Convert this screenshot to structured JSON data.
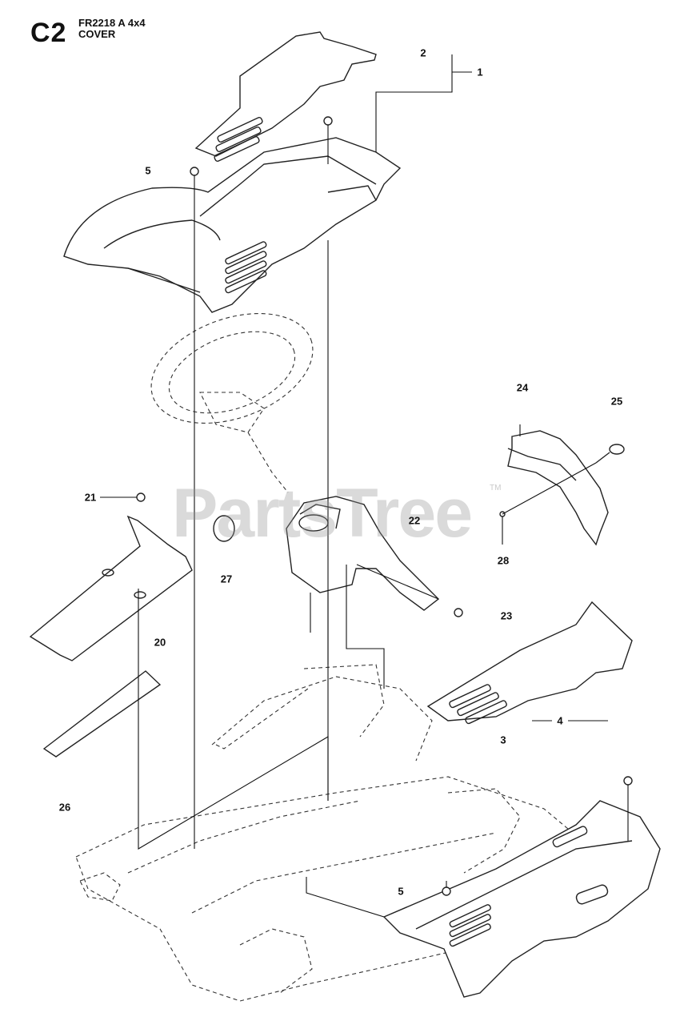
{
  "header": {
    "section_code": "C2",
    "model": "FR2218 A 4x4",
    "subtitle": "COVER"
  },
  "watermark": {
    "text": "PartsTree",
    "trademark": "TM"
  },
  "callouts": [
    {
      "id": "c1",
      "label": "1"
    },
    {
      "id": "c2",
      "label": "2"
    },
    {
      "id": "c3",
      "label": "3"
    },
    {
      "id": "c4",
      "label": "4"
    },
    {
      "id": "c5a",
      "label": "5"
    },
    {
      "id": "c5b",
      "label": "5"
    },
    {
      "id": "c20",
      "label": "20"
    },
    {
      "id": "c21",
      "label": "21"
    },
    {
      "id": "c22",
      "label": "22"
    },
    {
      "id": "c23",
      "label": "23"
    },
    {
      "id": "c24",
      "label": "24"
    },
    {
      "id": "c25",
      "label": "25"
    },
    {
      "id": "c26",
      "label": "26"
    },
    {
      "id": "c27",
      "label": "27"
    },
    {
      "id": "c28",
      "label": "28"
    }
  ]
}
